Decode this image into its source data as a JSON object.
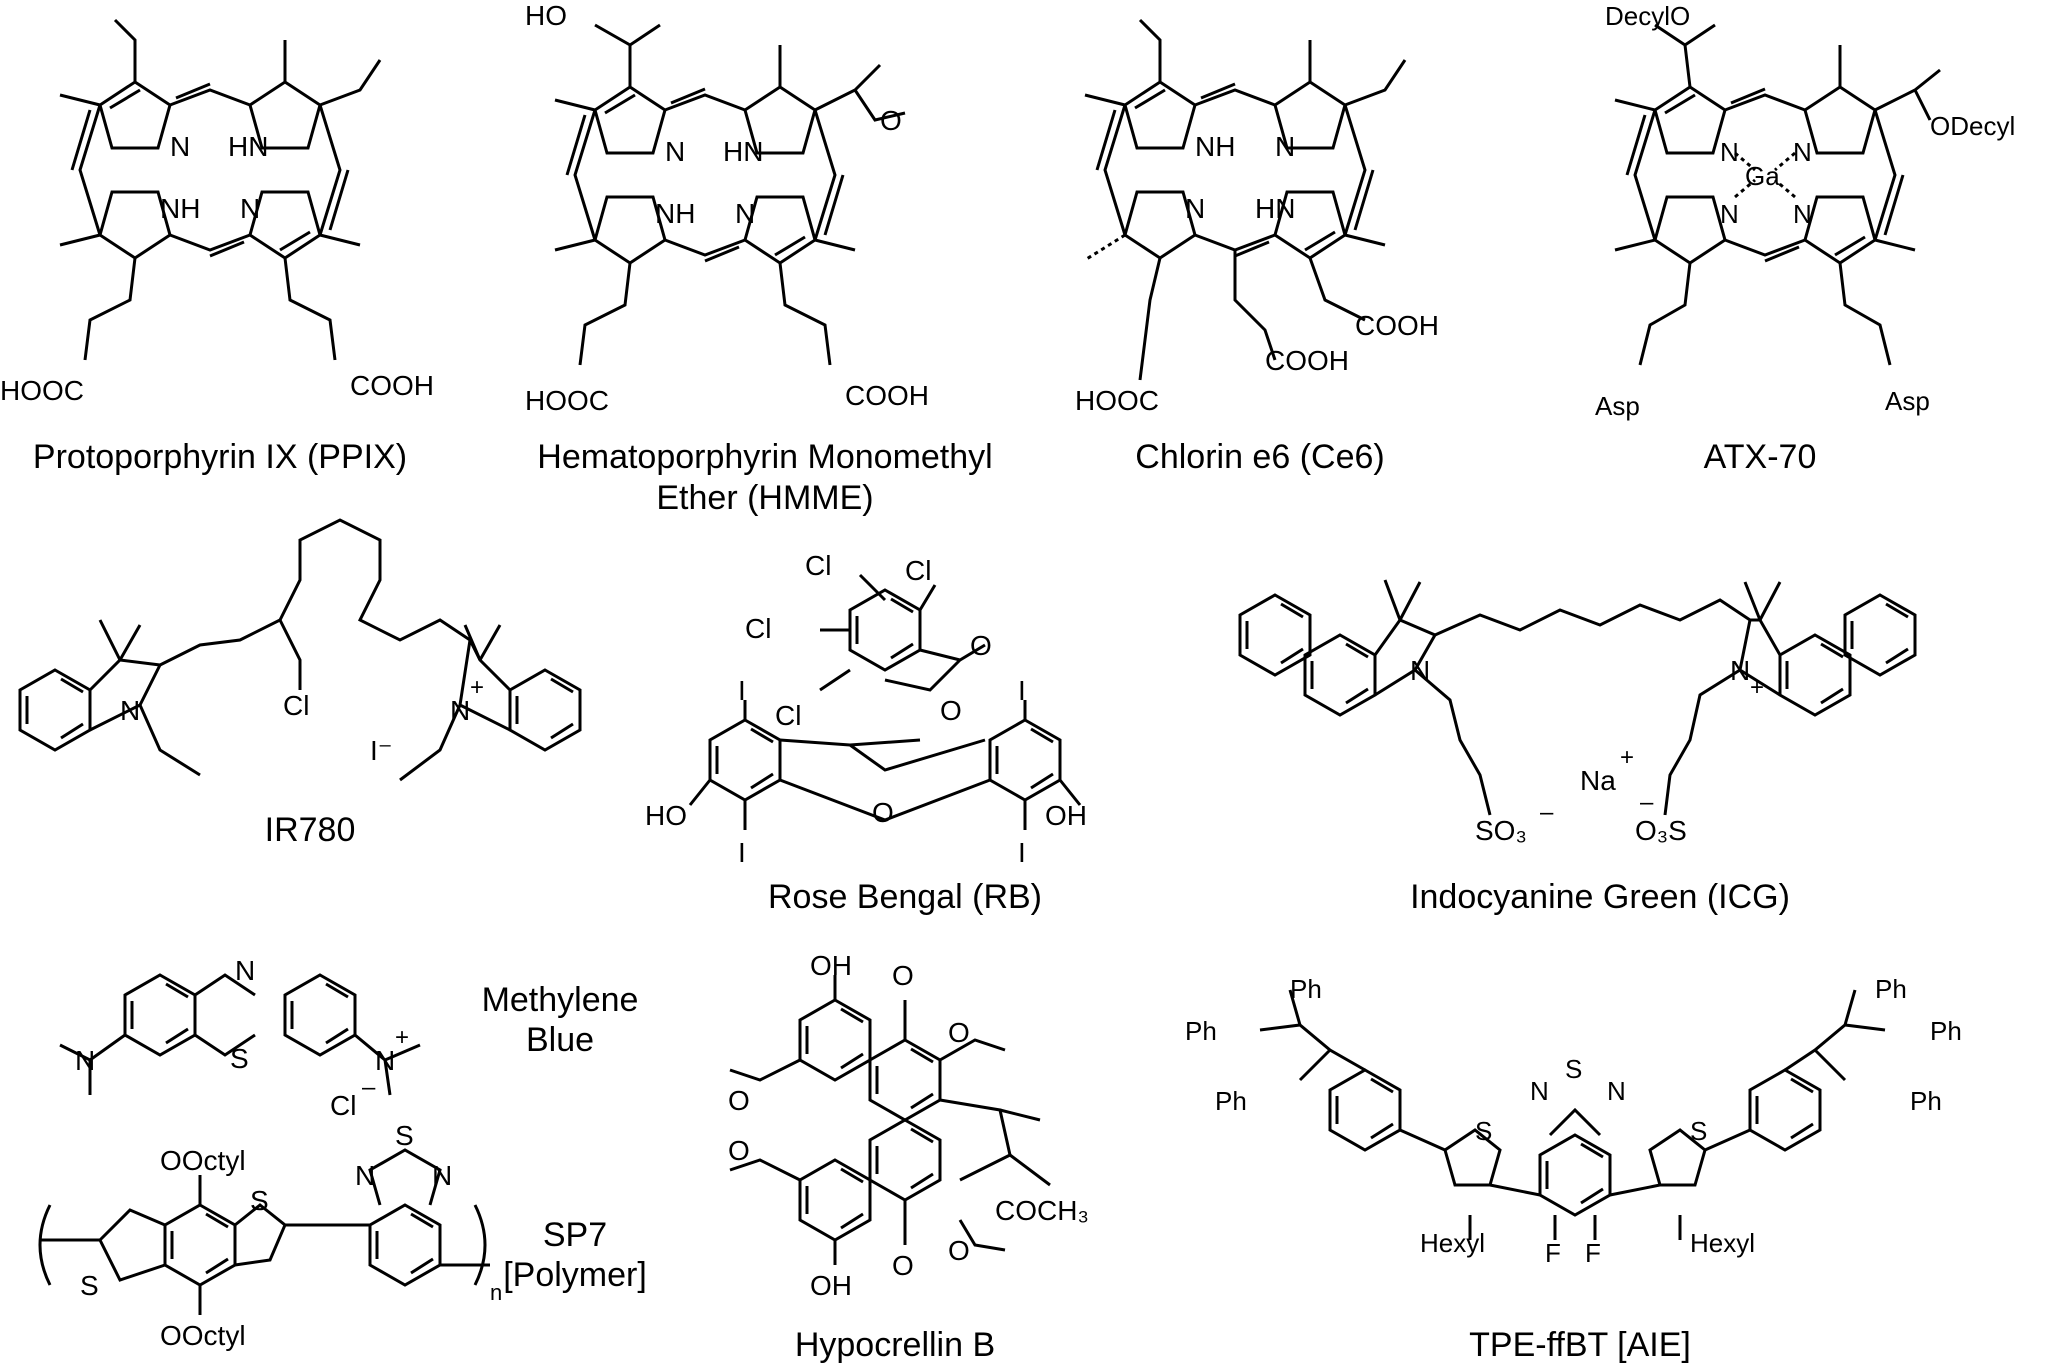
{
  "captions": {
    "ppix": "Protoporphyrin IX (PPIX)",
    "hmme_line1": "Hematoporphyrin Monomethyl",
    "hmme_line2": "Ether (HMME)",
    "ce6": "Chlorin e6 (Ce6)",
    "atx70": "ATX-70",
    "ir780": "IR780",
    "rb": "Rose Bengal (RB)",
    "icg": "Indocyanine Green (ICG)",
    "mb_line1": "Methylene",
    "mb_line2": "Blue",
    "sp7_line1": "SP7",
    "sp7_line2": "[Polymer]",
    "hypocrellin": "Hypocrellin B",
    "tpe": "TPE-ffBT [AIE]"
  },
  "atom_labels": {
    "N": "N",
    "NH": "NH",
    "HN": "HN",
    "Ga": "Ga",
    "COOH": "COOH",
    "HOOC": "HOOC",
    "HO": "HO",
    "OH": "OH",
    "O": "O",
    "Cl": "Cl",
    "I": "I",
    "Iminus": "I⁻",
    "S": "S",
    "Na": "Na",
    "plus": "+",
    "minus": "–",
    "SO3": "SO₃",
    "O3S": "O₃S",
    "DecylO": "DecylO",
    "ODecyl": "ODecyl",
    "Asp": "Asp",
    "OOctyl": "OOctyl",
    "Ph": "Ph",
    "Hexyl": "Hexyl",
    "F": "F",
    "COCH3": "COCH₃",
    "n": "n"
  }
}
